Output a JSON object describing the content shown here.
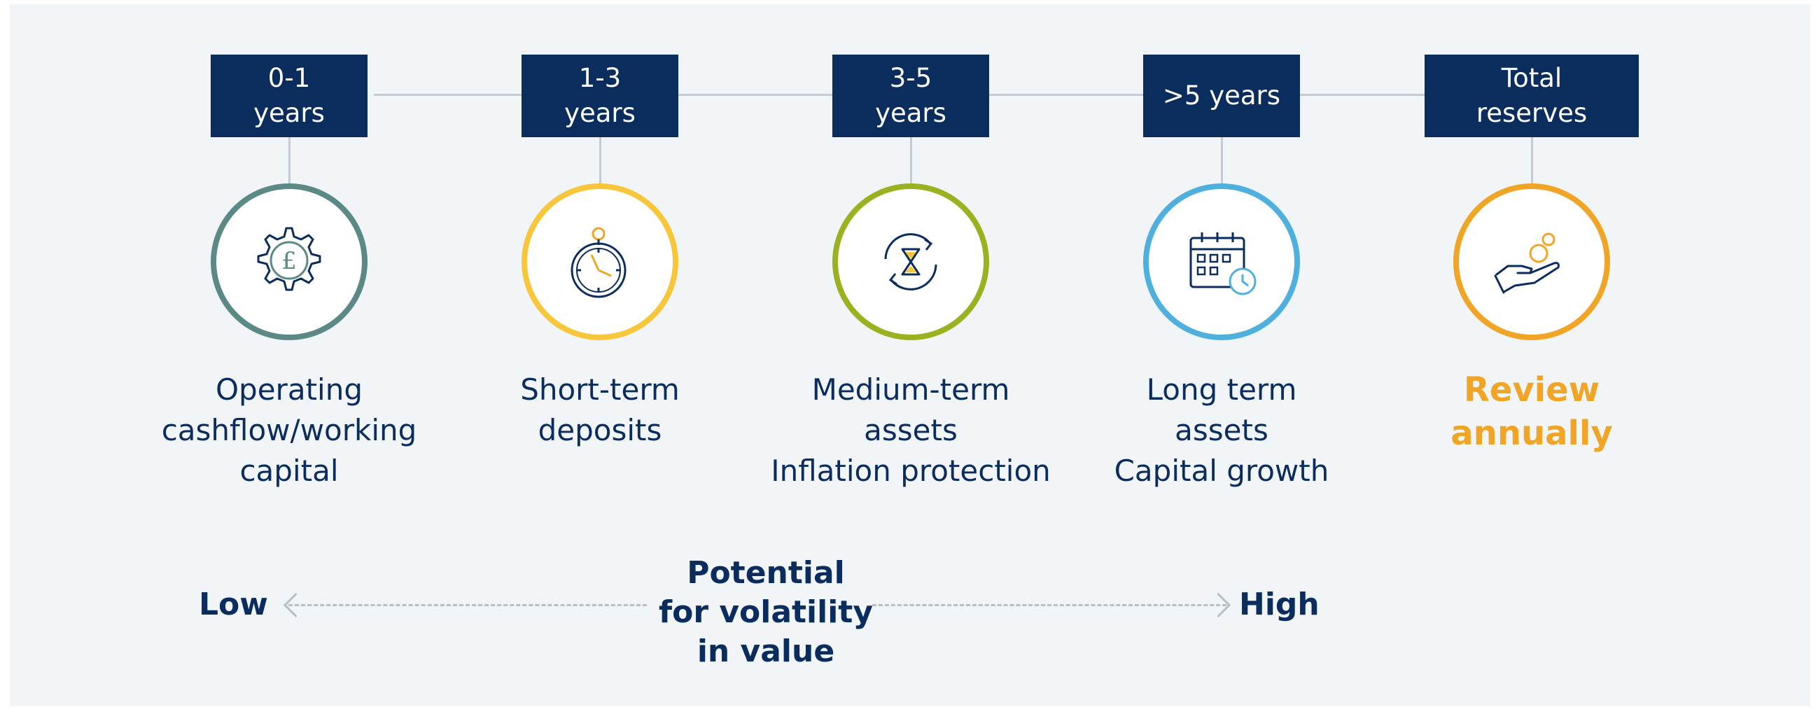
{
  "stages": [
    {
      "period_line1": "0-1",
      "period_line2": "years",
      "icon": "gear-pound-icon",
      "ring_color": "#5b8a86",
      "caption": [
        "Operating",
        "cashflow/working",
        "capital"
      ]
    },
    {
      "period_line1": "1-3",
      "period_line2": "years",
      "icon": "stopwatch-icon",
      "ring_color": "#f8c63b",
      "caption": [
        "Short-term",
        "deposits"
      ]
    },
    {
      "period_line1": "3-5",
      "period_line2": "years",
      "icon": "hourglass-cycle-icon",
      "ring_color": "#9ab21f",
      "caption": [
        "Medium-term",
        "assets",
        "Inflation protection"
      ]
    },
    {
      "period_line1": ">5 years",
      "period_line2": "",
      "icon": "calendar-clock-icon",
      "ring_color": "#4fb0de",
      "caption": [
        "Long term",
        "assets",
        "Capital growth"
      ]
    },
    {
      "period_line1": "Total",
      "period_line2": "reserves",
      "icon": "hand-coins-icon",
      "ring_color": "#f0a526",
      "caption": [
        "Review",
        "annually"
      ]
    }
  ],
  "volatility_scale": {
    "low": "Low",
    "high": "High",
    "center": [
      "Potential",
      "for volatility",
      "in value"
    ]
  },
  "colors": {
    "navy": "#0b2d5e",
    "background": "#f2f5f8",
    "line": "#c4cbd2",
    "highlight": "#f0a526"
  }
}
